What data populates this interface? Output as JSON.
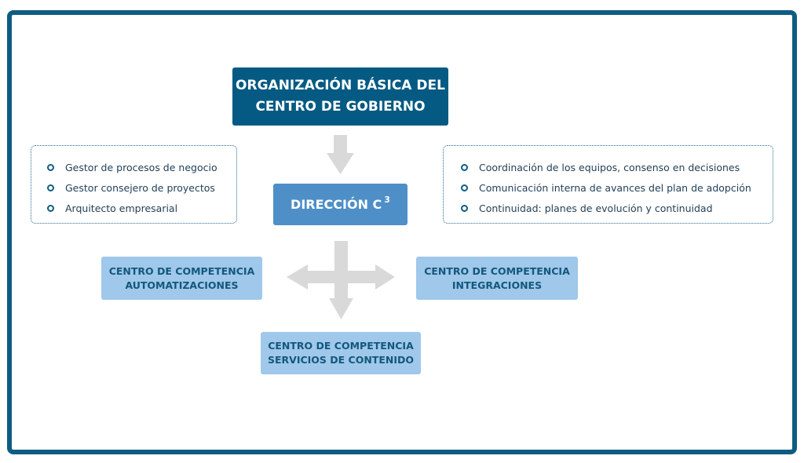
{
  "top_box": {
    "line1": "ORGANIZACIÓN BÁSICA DEL",
    "line2": "CENTRO DE GOBIERNO"
  },
  "direccion": {
    "label": "DIRECCIÓN C",
    "superscript": "3"
  },
  "left_list": [
    "Gestor de procesos de negocio",
    "Gestor consejero de proyectos",
    "Arquitecto empresarial"
  ],
  "right_list": [
    "Coordinación de los equipos, consenso en decisiones",
    "Comunicación interna de avances del plan de adopción",
    "Continuidad: planes de evolución y continuidad"
  ],
  "centers": {
    "left": {
      "line1": "CENTRO DE COMPETENCIA",
      "line2": "AUTOMATIZACIONES"
    },
    "right": {
      "line1": "CENTRO DE COMPETENCIA",
      "line2": "INTEGRACIONES"
    },
    "bottom": {
      "line1": "CENTRO DE COMPETENCIA",
      "line2": "SERVICIOS DE CONTENIDO"
    }
  },
  "colors": {
    "frame": "#0f5c82",
    "top_box": "#045a82",
    "direccion_box": "#4e8fc8",
    "center_box": "#9fc8ea",
    "arrow": "#d8d8d8"
  }
}
